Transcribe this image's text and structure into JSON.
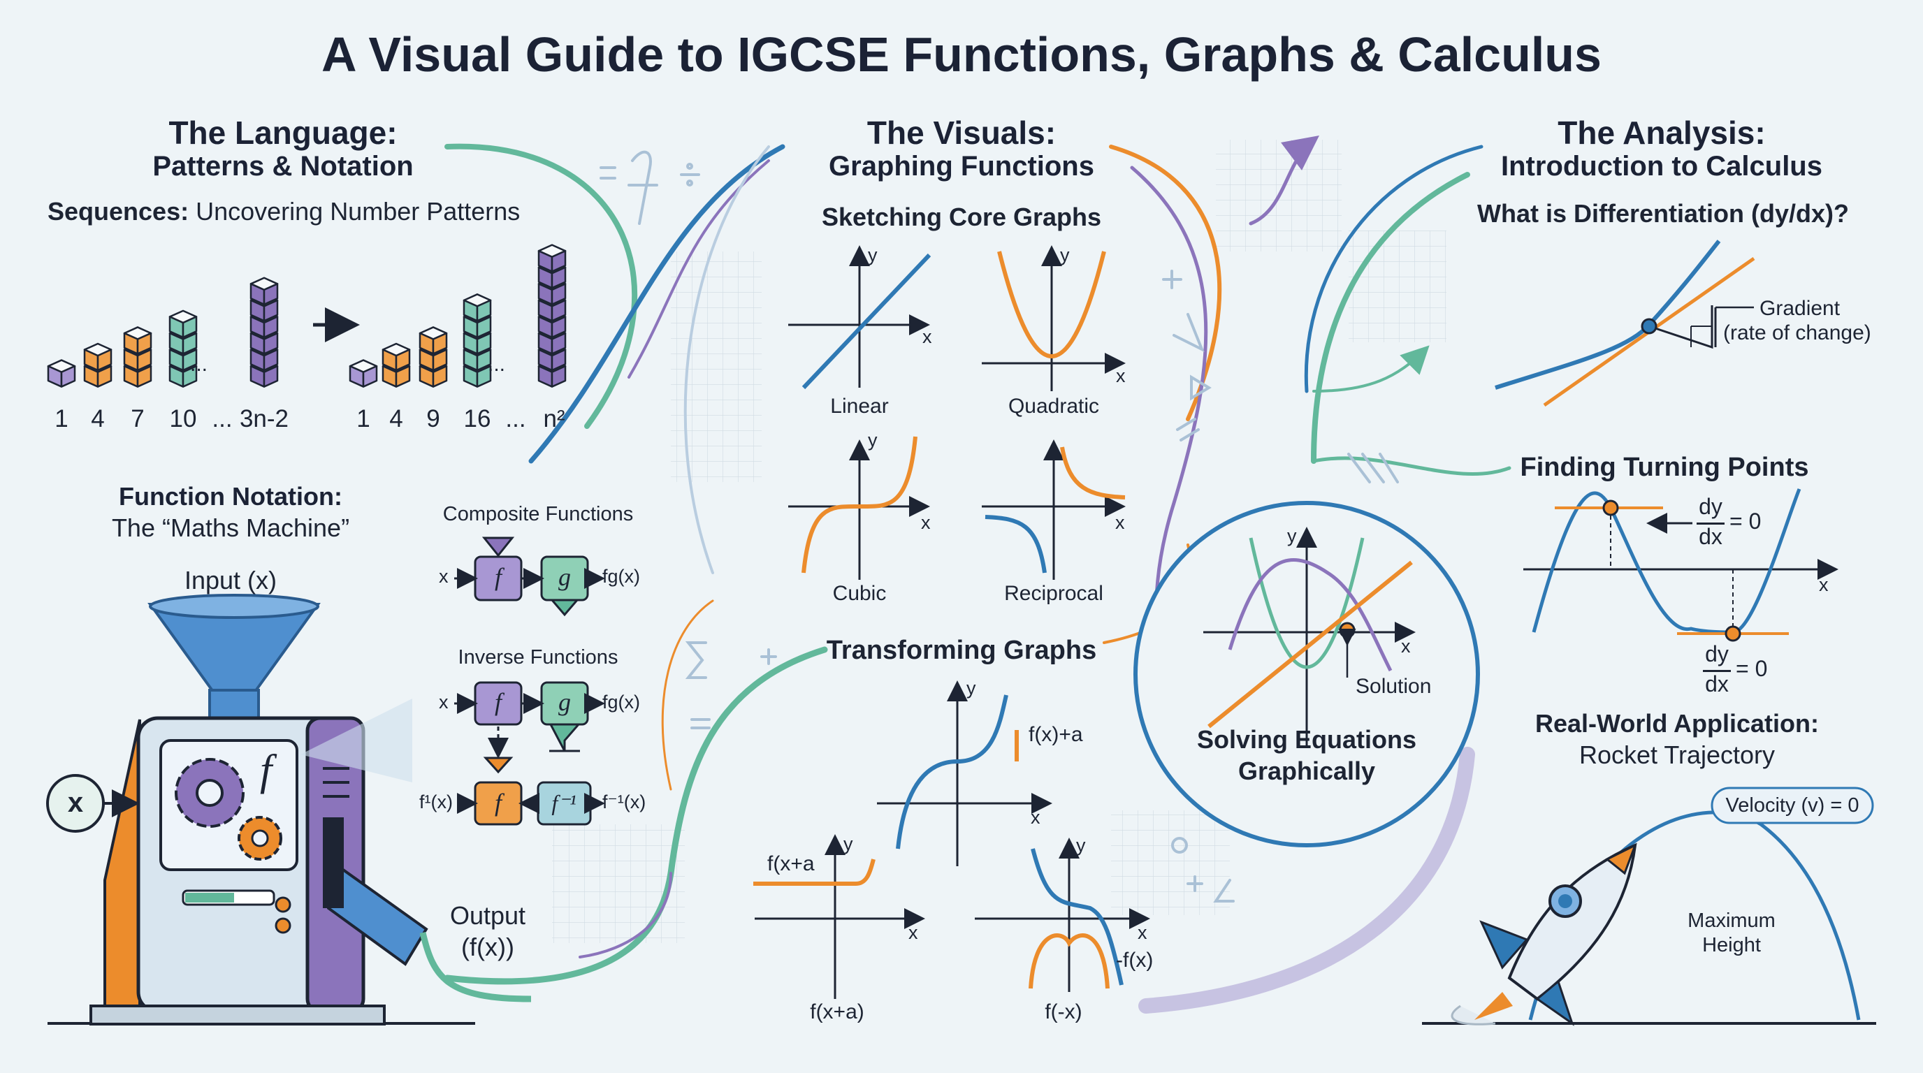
{
  "title": "A Visual Guide to IGCSE Functions, Graphs & Calculus",
  "left": {
    "heading_1": "The Language:",
    "heading_2": "Patterns & Notation",
    "sequences": {
      "bold": "Sequences:",
      "rest": "Uncovering Number Patterns"
    },
    "arith_terms": [
      "1",
      "4",
      "7",
      "10",
      "...",
      "3n-2"
    ],
    "square_terms": [
      "1",
      "4",
      "9",
      "16",
      "...",
      "n²"
    ],
    "ellipsis": "...",
    "fn_title": "Function Notation:",
    "fn_sub": "The “Maths Machine”",
    "input_label": "Input (x)",
    "x_token": "x",
    "machine_f": "f",
    "output_label_1": "Output",
    "output_label_2": "(f(x))"
  },
  "composite": {
    "title": "Composite Functions",
    "x": "x",
    "f": "f",
    "g": "g",
    "out": "fg(x)",
    "inverse_title": "Inverse Functions",
    "inv_in": "f¹(x)",
    "inv_box": "f⁻¹",
    "inv_out": "f⁻¹(x)"
  },
  "middle": {
    "heading_1": "The Visuals:",
    "heading_2": "Graphing Functions",
    "sketch_title": "Sketching Core Graphs",
    "graphs": [
      "Linear",
      "Quadratic",
      "Cubic",
      "Reciprocal"
    ],
    "axis_x": "x",
    "axis_y": "y",
    "transform_title": "Transforming Graphs",
    "transforms": [
      "f(x)+a",
      "f(x+a",
      "f(x+a)",
      "f(-x)",
      "-f(x)"
    ]
  },
  "solving": {
    "solution": "Solution",
    "label_1": "Solving Equations",
    "label_2": "Graphically"
  },
  "right": {
    "heading_1": "The Analysis:",
    "heading_2": "Introduction to Calculus",
    "diff_title": "What is Differentiation (dy/dx)?",
    "gradient_1": "Gradient",
    "gradient_2": "(rate of change)",
    "turning_title": "Finding Turning Points",
    "dy": "dy",
    "dx": "dx",
    "eq0": "= 0",
    "app_title": "Real-World Application:",
    "app_sub": "Rocket Trajectory",
    "velocity": "Velocity (v) = 0",
    "max_1": "Maximum",
    "max_2": "Height"
  },
  "colors": {
    "blue": "#2f79b4",
    "orange": "#ec8c2c",
    "purple": "#8b74bb",
    "green": "#62b89b",
    "navy": "#1b2235"
  }
}
